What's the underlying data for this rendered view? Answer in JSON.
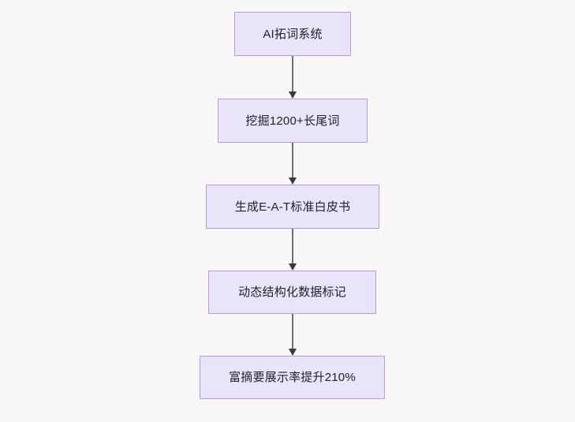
{
  "diagram": {
    "type": "flowchart",
    "direction": "top-to-bottom",
    "background_color": "#f7f7f8",
    "node_fill_color": "#e8e5fb",
    "node_border_color": "#b49bdd",
    "node_text_color": "#1f2024",
    "edge_color": "#6e6e6e",
    "nodes": [
      {
        "id": "n1",
        "label": "AI拓词系统"
      },
      {
        "id": "n2",
        "label": "挖掘1200+长尾词"
      },
      {
        "id": "n3",
        "label": "生成E-A-T标准白皮书"
      },
      {
        "id": "n4",
        "label": "动态结构化数据标记"
      },
      {
        "id": "n5",
        "label": "富摘要展示率提升210%"
      }
    ],
    "edges": [
      {
        "from": "n1",
        "to": "n2"
      },
      {
        "from": "n2",
        "to": "n3"
      },
      {
        "from": "n3",
        "to": "n4"
      },
      {
        "from": "n4",
        "to": "n5"
      }
    ]
  }
}
